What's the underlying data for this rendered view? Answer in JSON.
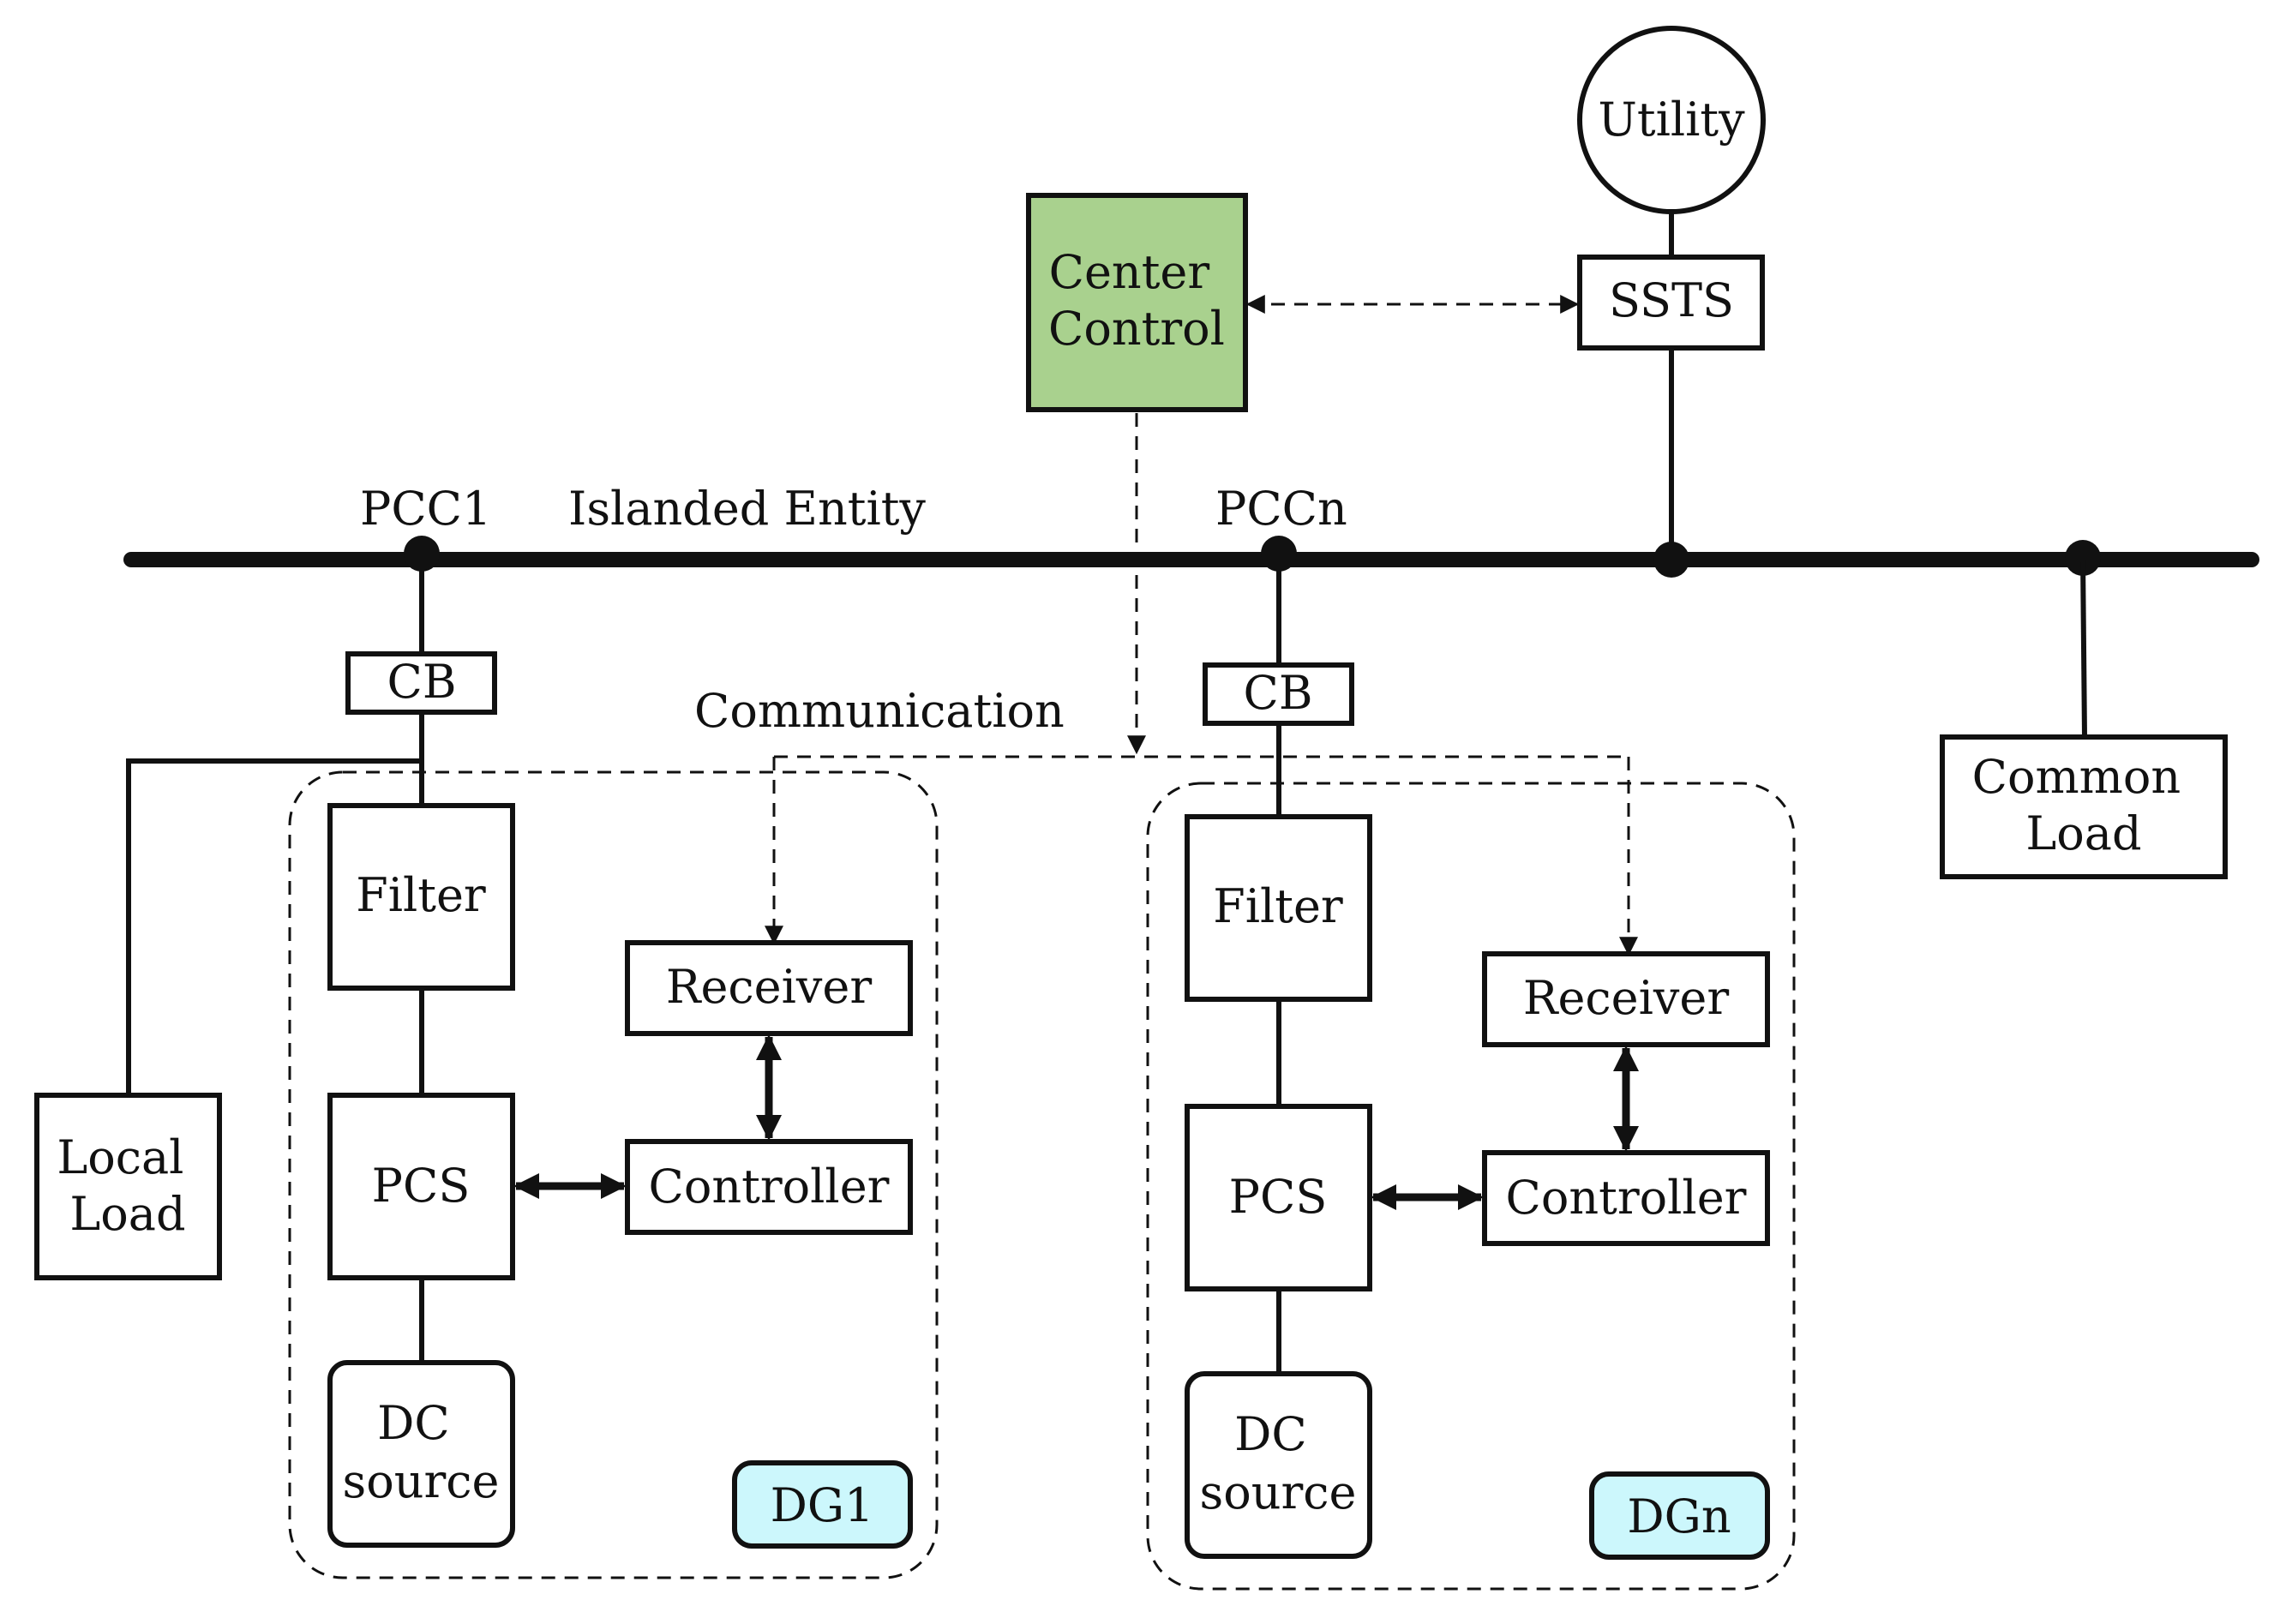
{
  "diagram": {
    "utility": "Utility",
    "ssts": "SSTS",
    "center_control": [
      "Center",
      "Control"
    ],
    "pcc1": "PCC1",
    "pccn": "PCCn",
    "islanded_entity": "Islanded Entity",
    "communication": "Communication",
    "common_load": [
      "Common",
      "Load"
    ],
    "local_load": [
      "Local",
      "Load"
    ],
    "dg1": {
      "cb": "CB",
      "filter": "Filter",
      "pcs": "PCS",
      "dc_source": [
        "DC",
        "source"
      ],
      "receiver": "Receiver",
      "controller": "Controller",
      "tag": "DG1"
    },
    "dgn": {
      "cb": "CB",
      "filter": "Filter",
      "pcs": "PCS",
      "dc_source": [
        "DC",
        "source"
      ],
      "receiver": "Receiver",
      "controller": "Controller",
      "tag": "DGn"
    },
    "colors": {
      "center_control_fill": "#a9d18e",
      "dg_tag_fill": "#ccf7fc",
      "line": "#111111"
    }
  }
}
